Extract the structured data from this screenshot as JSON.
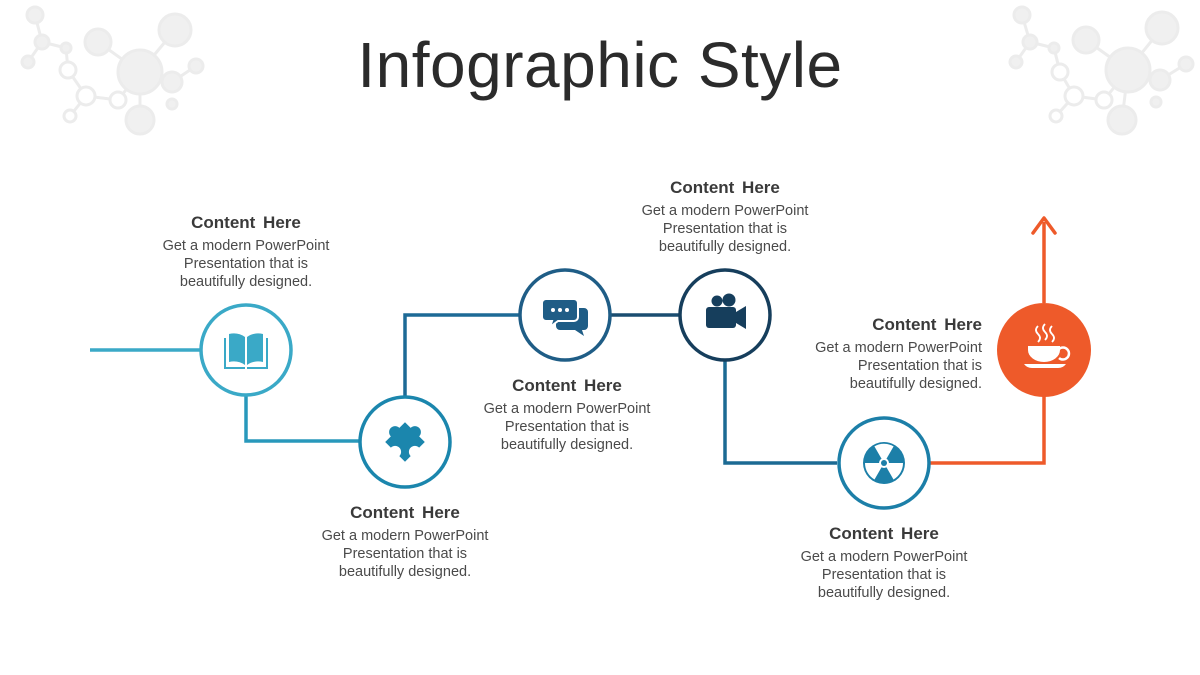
{
  "title": "Infographic Style",
  "colors": {
    "step1": "#3aa9c7",
    "step2": "#1b86ad",
    "step3": "#1f5d86",
    "step4": "#163e5c",
    "step5": "#1c7fa8",
    "step6": "#ee5a2a",
    "decor": "#f0f0f0"
  },
  "steps": [
    {
      "icon": "book-icon",
      "heading": "Content  Here",
      "lines": [
        "Get a modern PowerPoint",
        "Presentation that is",
        "beautifully designed."
      ]
    },
    {
      "icon": "puzzle-icon",
      "heading": "Content  Here",
      "lines": [
        "Get a modern PowerPoint",
        "Presentation that is",
        "beautifully designed."
      ]
    },
    {
      "icon": "chat-icon",
      "heading": "Content  Here",
      "lines": [
        "Get a modern PowerPoint",
        "Presentation that is",
        "beautifully designed."
      ]
    },
    {
      "icon": "video-camera-icon",
      "heading": "Content  Here",
      "lines": [
        "Get a modern PowerPoint",
        "Presentation that is",
        "beautifully designed."
      ]
    },
    {
      "icon": "radiation-icon",
      "heading": "Content  Here",
      "lines": [
        "Get a modern PowerPoint",
        "Presentation that is",
        "beautifully designed."
      ]
    },
    {
      "icon": "coffee-cup-icon",
      "heading": "Content  Here",
      "lines": [
        "Get a modern PowerPoint",
        "Presentation that is",
        "beautifully designed."
      ]
    }
  ]
}
